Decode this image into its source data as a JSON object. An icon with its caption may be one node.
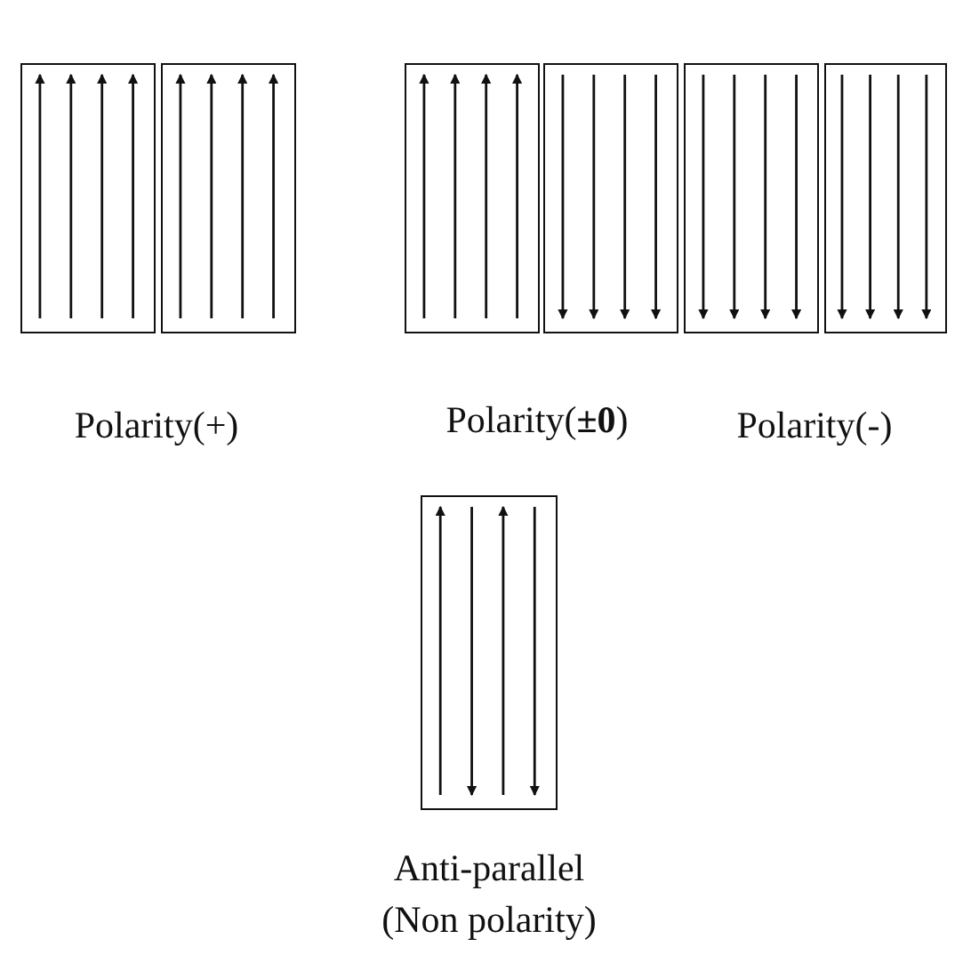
{
  "diagram": {
    "labels": [
      "Polarity(+)",
      "Polarity(**±0**)",
      "Polarity(-)",
      "Anti-parallel (Non polarity)"
    ]
  }
}
